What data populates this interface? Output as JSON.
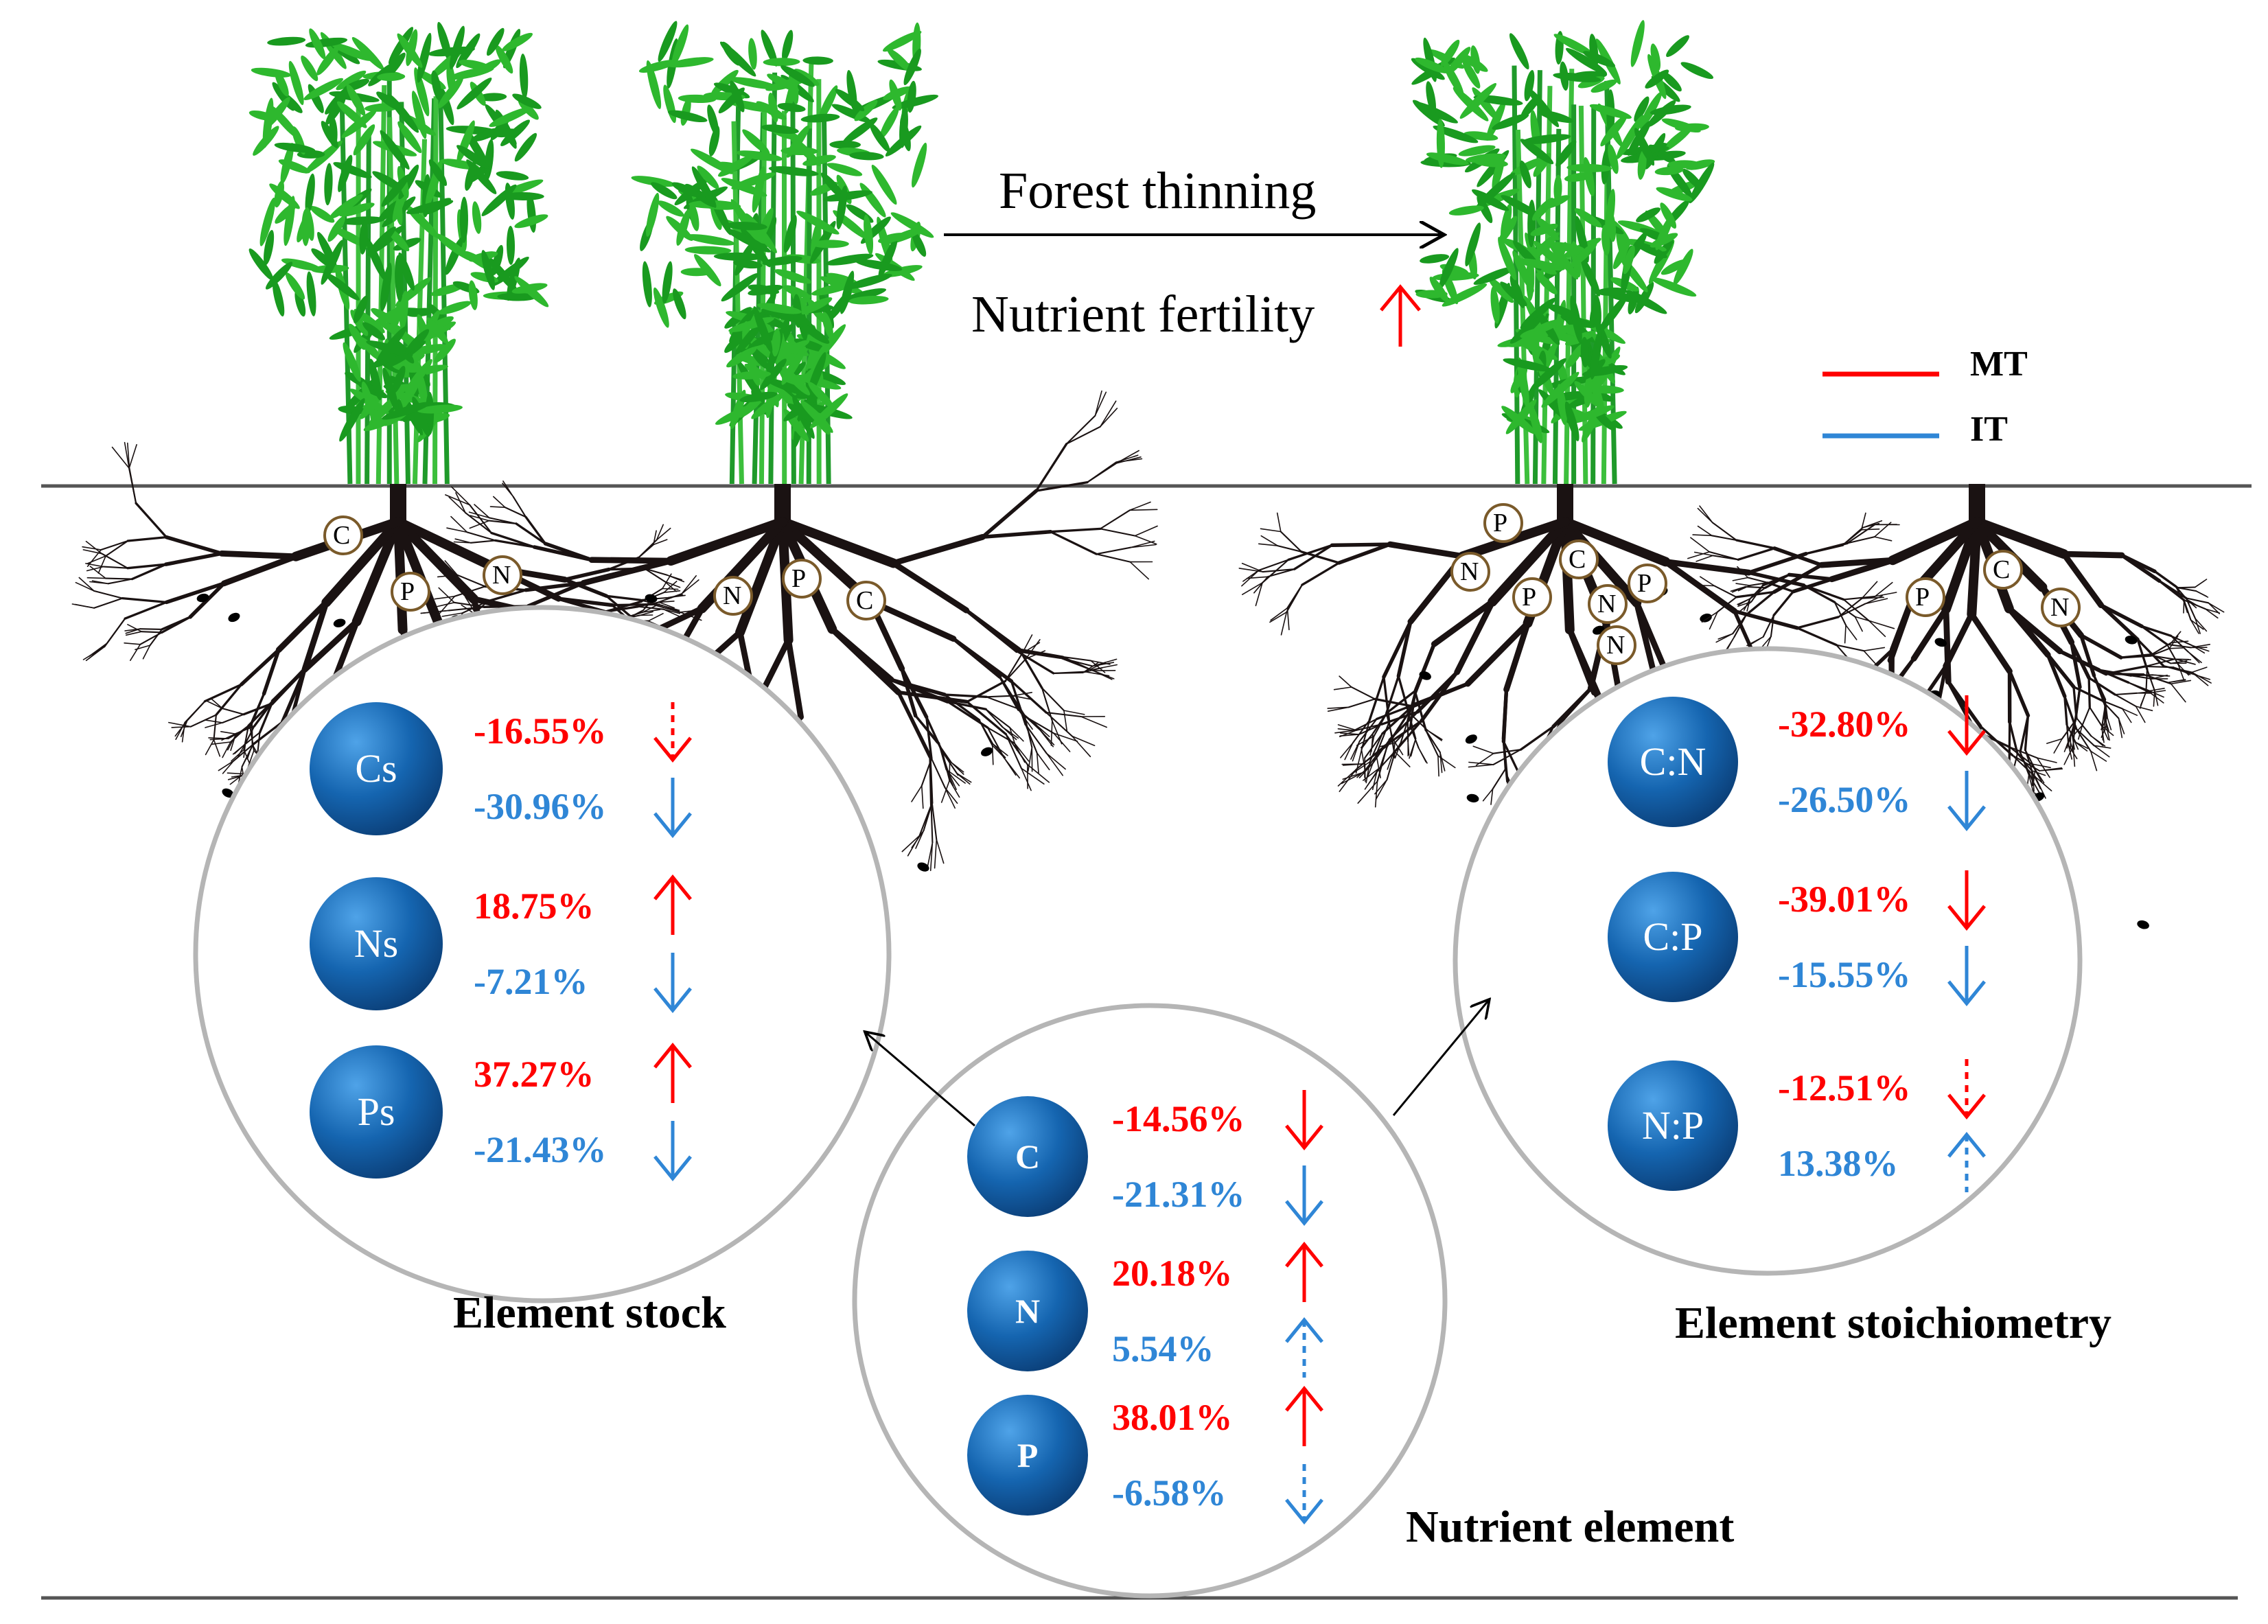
{
  "top": {
    "arrow_label": "Forest thinning",
    "fertility_label": "Nutrient fertility"
  },
  "legend": [
    {
      "label": "MT",
      "color": "#ff0000"
    },
    {
      "label": "IT",
      "color": "#2f86d6"
    }
  ],
  "root_letters": [
    "C",
    "P",
    "N"
  ],
  "panels": {
    "stock": {
      "title": "Element stock",
      "rows": [
        {
          "label": "Cs",
          "mt": "-16.55%",
          "mt_dir": "down",
          "mt_style": "dashed",
          "it": "-30.96%",
          "it_dir": "down",
          "it_style": "solid"
        },
        {
          "label": "Ns",
          "mt": "18.75%",
          "mt_dir": "up",
          "mt_style": "solid",
          "it": "-7.21%",
          "it_dir": "down",
          "it_style": "solid"
        },
        {
          "label": "Ps",
          "mt": "37.27%",
          "mt_dir": "up",
          "mt_style": "solid",
          "it": "-21.43%",
          "it_dir": "down",
          "it_style": "solid"
        }
      ]
    },
    "nutrient": {
      "title": "Nutrient  element",
      "rows": [
        {
          "label": "C",
          "mt": "-14.56%",
          "mt_dir": "down",
          "mt_style": "solid",
          "it": "-21.31%",
          "it_dir": "down",
          "it_style": "solid"
        },
        {
          "label": "N",
          "mt": "20.18%",
          "mt_dir": "up",
          "mt_style": "solid",
          "it": "5.54%",
          "it_dir": "up",
          "it_style": "dashed"
        },
        {
          "label": "P",
          "mt": "38.01%",
          "mt_dir": "up",
          "mt_style": "solid",
          "it": "-6.58%",
          "it_dir": "down",
          "it_style": "dashed"
        }
      ]
    },
    "stoich": {
      "title": "Element stoichiometry",
      "rows": [
        {
          "label": "C:N",
          "mt": "-32.80%",
          "mt_dir": "down",
          "mt_style": "solid",
          "it": "-26.50%",
          "it_dir": "down",
          "it_style": "solid"
        },
        {
          "label": "C:P",
          "mt": "-39.01%",
          "mt_dir": "down",
          "mt_style": "solid",
          "it": "-15.55%",
          "it_dir": "down",
          "it_style": "solid"
        },
        {
          "label": "N:P",
          "mt": "-12.51%",
          "mt_dir": "down",
          "mt_style": "dashed",
          "it": "13.38%",
          "it_dir": "up",
          "it_style": "dashed"
        }
      ]
    }
  },
  "colors": {
    "mt": "#ff0000",
    "it": "#2f86d6",
    "node": "#1565b0",
    "leaf": "#2eb82e",
    "root": "#1a1212"
  }
}
